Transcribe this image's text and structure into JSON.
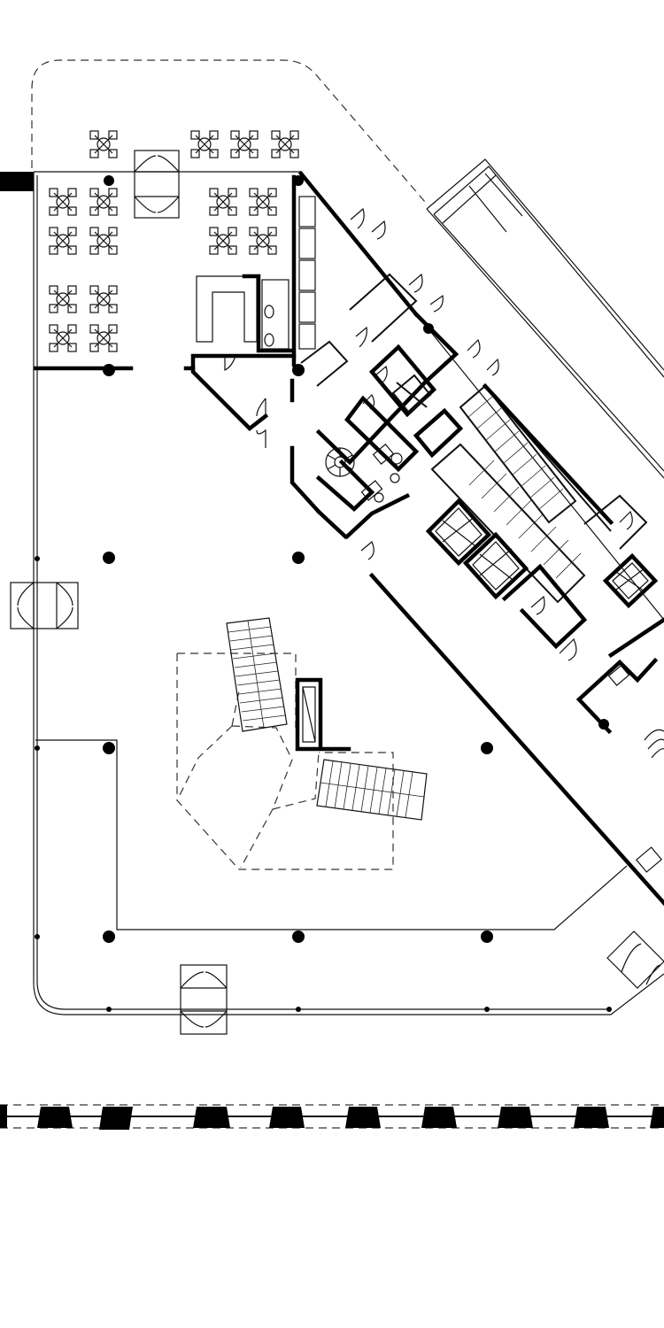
{
  "drawing": {
    "kind": "architectural floor plan",
    "colors": {
      "line": "#111111",
      "wall": "#000000",
      "background": "#ffffff"
    }
  },
  "symbols": {
    "column": "filled-circle",
    "door": "double-swing-door",
    "table": "four-seat-table",
    "stair": "hatched-stair-run",
    "elevator": "x-marked-shaft",
    "railway": "dashed-track-with-sleepers"
  }
}
